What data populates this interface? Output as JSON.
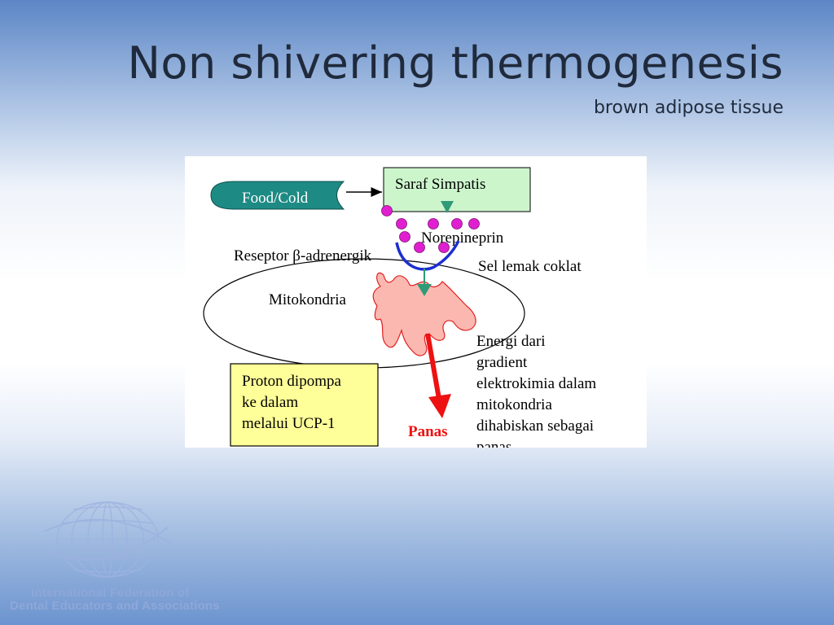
{
  "slide": {
    "title": "Non shivering thermogenesis",
    "subtitle": "brown adipose tissue"
  },
  "diagram": {
    "food_cold": "Food/Cold",
    "saraf_simpatis": "Saraf Simpatis",
    "norepineprin": "Norepineprin",
    "reseptor": "Reseptor β-adrenergik",
    "sel_lemak": "Sel lemak coklat",
    "mitokondria": "Mitokondria",
    "energi_lines": [
      "Energi dari",
      "gradient",
      "elektrokimia dalam",
      "mitokondria",
      "dihabiskan sebagai",
      "panas"
    ],
    "proton_lines": [
      "Proton dipompa",
      "ke dalam",
      "melalui UCP-1"
    ],
    "panas": "Panas"
  },
  "colors": {
    "food_fill": "#1e8a84",
    "saraf_fill": "#ccf5cc",
    "dot_fill": "#e020d0",
    "receptor": "#1c2fd0",
    "mito_fill": "#fbb8b0",
    "mito_stroke": "#e02020",
    "proton_fill": "#ffff99",
    "panas": "#ee1111",
    "triangle": "#2e9a78"
  },
  "logo": {
    "line1": "International Federation of",
    "line2": "Dental Educators and Associations"
  }
}
